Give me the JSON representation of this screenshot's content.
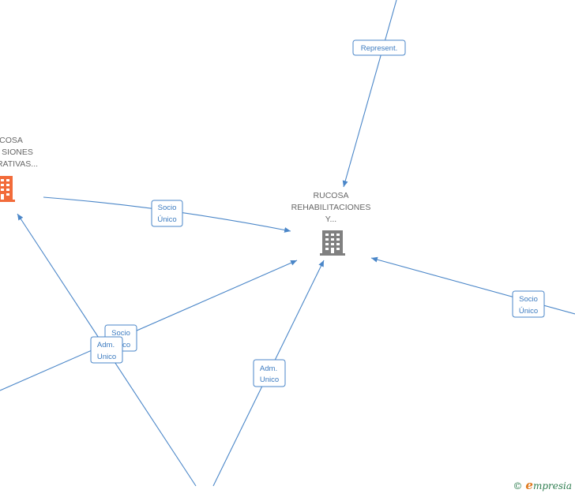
{
  "nodes": [
    {
      "id": "left_company",
      "label_lines": [
        "COSA",
        "SIONES",
        "RATIVAS..."
      ],
      "icon": "building-icon",
      "color": "#f26b3a"
    },
    {
      "id": "main_company",
      "label_lines": [
        "RUCOSA",
        "REHABILITACIONES",
        "Y..."
      ],
      "icon": "building-icon",
      "color": "#808080"
    }
  ],
  "edges": [
    {
      "id": "e_represent",
      "label_lines": [
        "Represent."
      ]
    },
    {
      "id": "e_socio_left",
      "label_lines": [
        "Socio",
        "Único"
      ]
    },
    {
      "id": "e_socio_right",
      "label_lines": [
        "Socio",
        "Único"
      ]
    },
    {
      "id": "e_socio_mid",
      "label_lines": [
        "Socio",
        "Único"
      ]
    },
    {
      "id": "e_adm_mid",
      "label_lines": [
        "Adm.",
        "Unico"
      ]
    },
    {
      "id": "e_adm_bottom",
      "label_lines": [
        "Adm.",
        "Unico"
      ]
    }
  ],
  "colors": {
    "edge": "#4a86c8",
    "label_text": "#3c7bc0",
    "node_text": "#666666"
  },
  "watermark": {
    "copyright": "©",
    "brand_initial": "e",
    "brand_rest": "mpresia"
  }
}
